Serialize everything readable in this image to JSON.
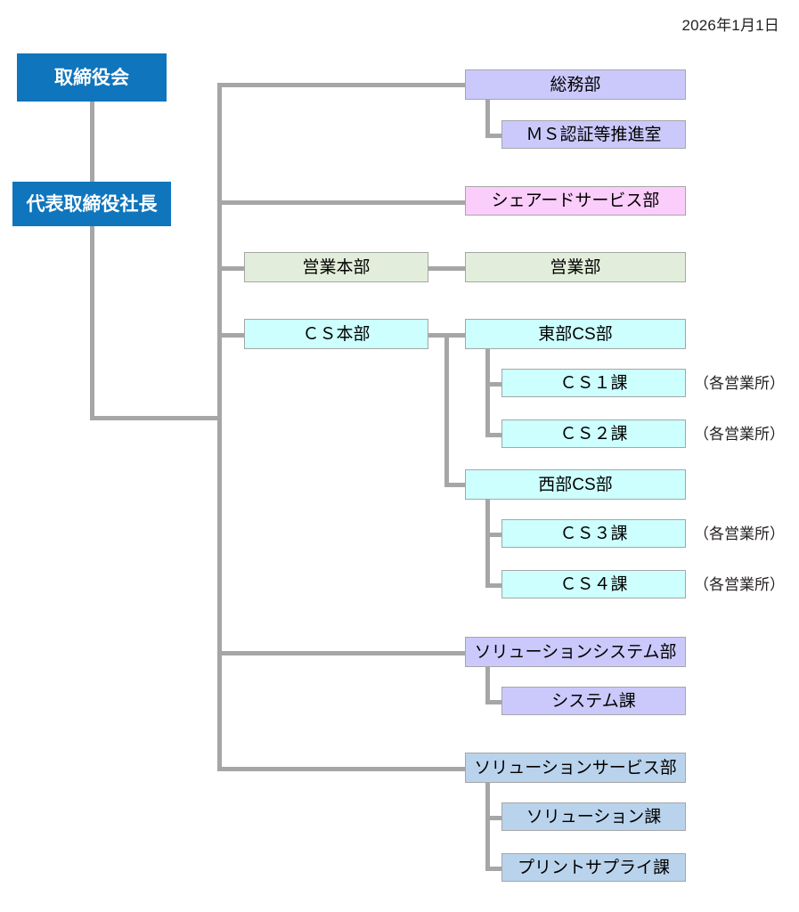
{
  "header": {
    "date": "2026年1月1日"
  },
  "colors": {
    "executive_blue": "#0f75bc",
    "purple": "#cbc9fb",
    "pink": "#fbcdfb",
    "green": "#e2eedb",
    "cyan": "#ccfffd",
    "blue_gray": "#b9d3ec",
    "connector_gray": "#a6a6a6",
    "text": "#000000",
    "executive_text": "#ffffff"
  },
  "executive": [
    {
      "id": "board",
      "label": "取締役会"
    },
    {
      "id": "president",
      "label": "代表取締役社長"
    }
  ],
  "divisions": [
    {
      "id": "general-affairs",
      "label": "総務部",
      "color": "purple"
    },
    {
      "id": "ms-certification",
      "label": "ＭＳ認証等推進室",
      "color": "purple"
    },
    {
      "id": "shared-service",
      "label": "シェアードサービス部",
      "color": "pink"
    },
    {
      "id": "sales-hq",
      "label": "営業本部",
      "color": "green"
    },
    {
      "id": "sales-dept",
      "label": "営業部",
      "color": "green"
    },
    {
      "id": "cs-hq",
      "label": "ＣＳ本部",
      "color": "cyan"
    },
    {
      "id": "east-cs",
      "label": "東部CS部",
      "color": "cyan"
    },
    {
      "id": "cs1",
      "label": "ＣＳ１課",
      "color": "cyan",
      "annotation": "（各営業所）"
    },
    {
      "id": "cs2",
      "label": "ＣＳ２課",
      "color": "cyan",
      "annotation": "（各営業所）"
    },
    {
      "id": "west-cs",
      "label": "西部CS部",
      "color": "cyan"
    },
    {
      "id": "cs3",
      "label": "ＣＳ３課",
      "color": "cyan",
      "annotation": "（各営業所）"
    },
    {
      "id": "cs4",
      "label": "ＣＳ４課",
      "color": "cyan",
      "annotation": "（各営業所）"
    },
    {
      "id": "solution-system",
      "label": "ソリューションシステム部",
      "color": "purple"
    },
    {
      "id": "system-section",
      "label": "システム課",
      "color": "purple"
    },
    {
      "id": "solution-service",
      "label": "ソリューションサービス部",
      "color": "blue_gray"
    },
    {
      "id": "solution-section",
      "label": "ソリューション課",
      "color": "blue_gray"
    },
    {
      "id": "print-supply",
      "label": "プリントサプライ課",
      "color": "blue_gray"
    }
  ],
  "annotations": {
    "branch_office": "（各営業所）"
  }
}
